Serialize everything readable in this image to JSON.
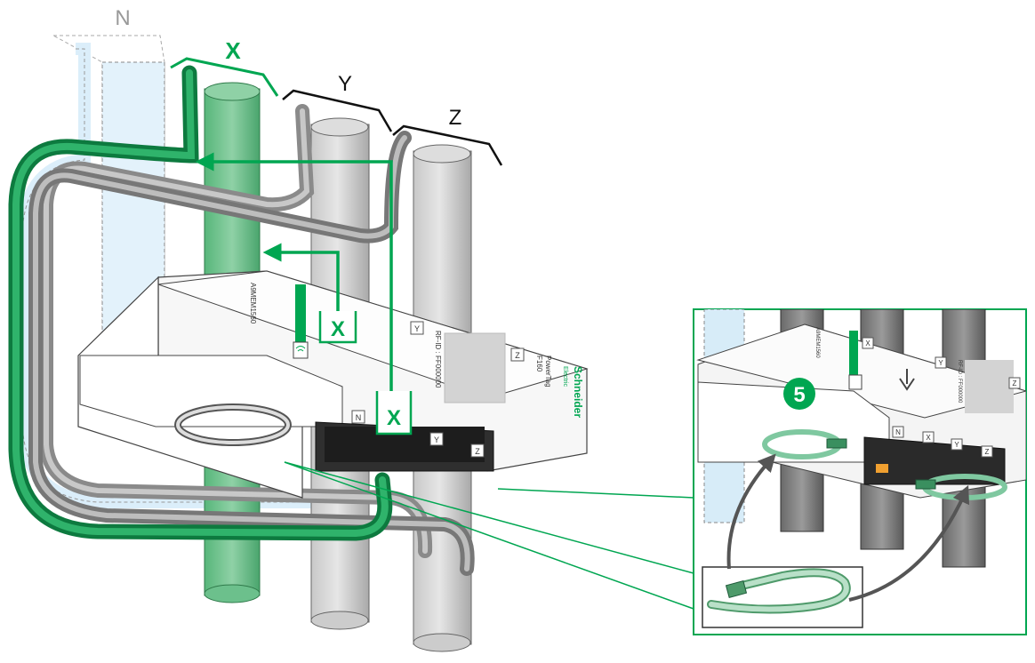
{
  "labels": {
    "phase_n": "N",
    "phase_x": "X",
    "phase_y": "Y",
    "phase_z": "Z",
    "step_number": "5"
  },
  "device": {
    "model_ref": "A9MEM1560",
    "rf_id": "RF-ID : FF000000",
    "product_name": "PowerTag",
    "product_model": "F160",
    "brand": "Schneider",
    "brand_sub": "Electric",
    "terminals": [
      "N",
      "X",
      "Y",
      "Z"
    ]
  },
  "detail": {
    "model_ref": "A9MEM1560",
    "rf_id": "RF-ID : FF000000",
    "terminals": [
      "N",
      "X",
      "Y",
      "Z"
    ]
  },
  "colors": {
    "accent_green": "#00a651",
    "busbar_green": "#6cc08c",
    "neutral_blue": "#d9eef8",
    "grey": "#9a9a9a",
    "dark": "#2b2b2b"
  }
}
